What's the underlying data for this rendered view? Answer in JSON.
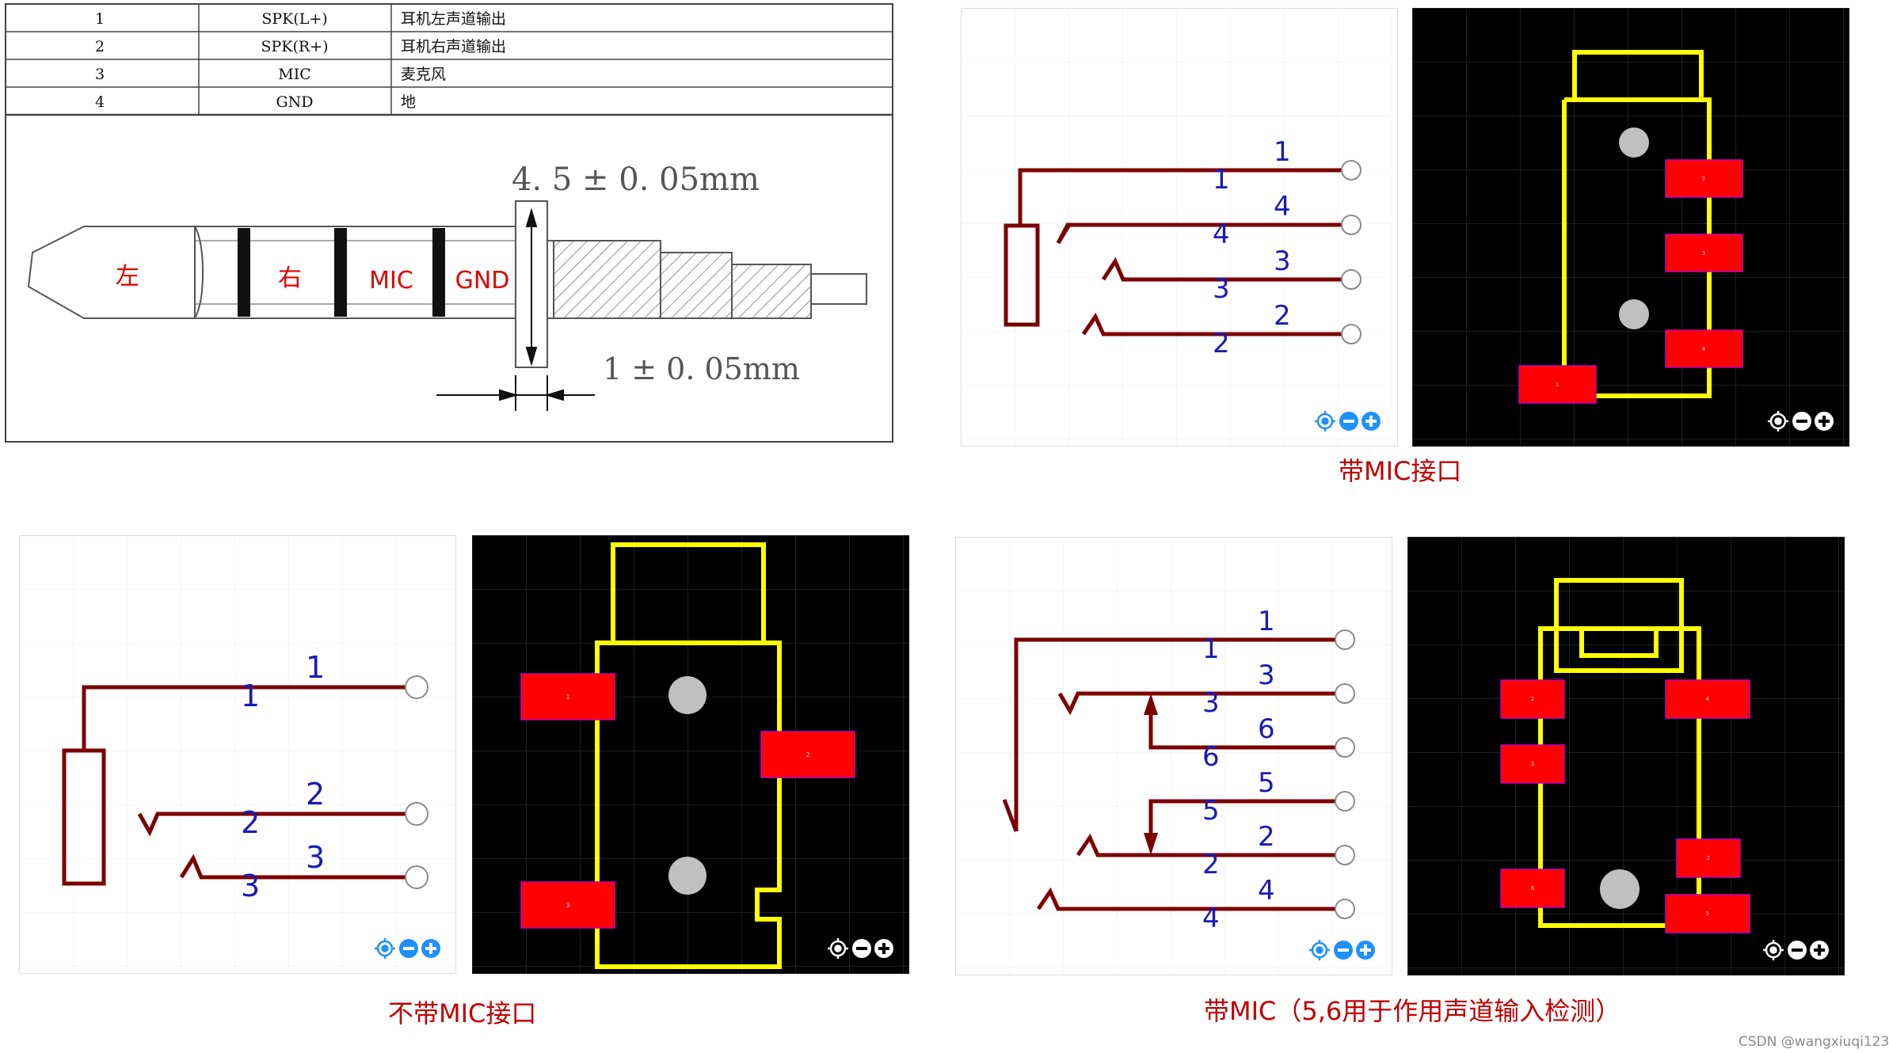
{
  "pin_table": {
    "rows": [
      {
        "pin": "1",
        "signal": "SPK(L+)",
        "desc": "耳机左声道输出"
      },
      {
        "pin": "2",
        "signal": "SPK(R+)",
        "desc": "耳机右声道输出"
      },
      {
        "pin": "3",
        "signal": "MIC",
        "desc": "麦克风"
      },
      {
        "pin": "4",
        "signal": "GND",
        "desc": "地"
      }
    ]
  },
  "plug_drawing": {
    "segments": [
      "左",
      "右",
      "MIC",
      "GND"
    ],
    "dim_top": "4. 5 ± 0. 05mm",
    "dim_bottom": "1 ± 0. 05mm"
  },
  "schematic_mic": {
    "pins": [
      {
        "outer": "1",
        "inner": "1"
      },
      {
        "outer": "4",
        "inner": "4"
      },
      {
        "outer": "3",
        "inner": "3"
      },
      {
        "outer": "2",
        "inner": "2"
      }
    ]
  },
  "schematic_nomic": {
    "pins": [
      {
        "outer": "1",
        "inner": "1"
      },
      {
        "outer": "2",
        "inner": "2"
      },
      {
        "outer": "3",
        "inner": "3"
      }
    ]
  },
  "schematic_mic56": {
    "pins": [
      {
        "outer": "1",
        "inner": "1"
      },
      {
        "outer": "3",
        "inner": "3"
      },
      {
        "outer": "6",
        "inner": "6"
      },
      {
        "outer": "5",
        "inner": "5"
      },
      {
        "outer": "2",
        "inner": "2"
      },
      {
        "outer": "4",
        "inner": "4"
      }
    ]
  },
  "pcb_mic": {
    "pads": [
      "2",
      "3",
      "4",
      "1"
    ]
  },
  "pcb_nomic": {
    "pads": [
      "1",
      "2",
      "3"
    ]
  },
  "pcb_mic56": {
    "pads": [
      "2",
      "4",
      "3",
      "2",
      "6",
      "5"
    ]
  },
  "captions": {
    "with_mic": "带MIC接口",
    "without_mic": "不带MIC接口",
    "with_mic_56": "带MIC（5,6用于作用声道输入检测）"
  },
  "watermark": "CSDN @wangxiuqi123",
  "colors": {
    "wire": "#7b0000",
    "pin_number": "#1a1ab4",
    "pcb_outline": "#ffff00",
    "pad": "#ff0000",
    "pcb_background": "#000000",
    "caption": "#c00000",
    "toolbar": "#1e90ff"
  },
  "toolbar_icons": [
    "locate-icon",
    "zoom-out-icon",
    "zoom-in-icon"
  ]
}
